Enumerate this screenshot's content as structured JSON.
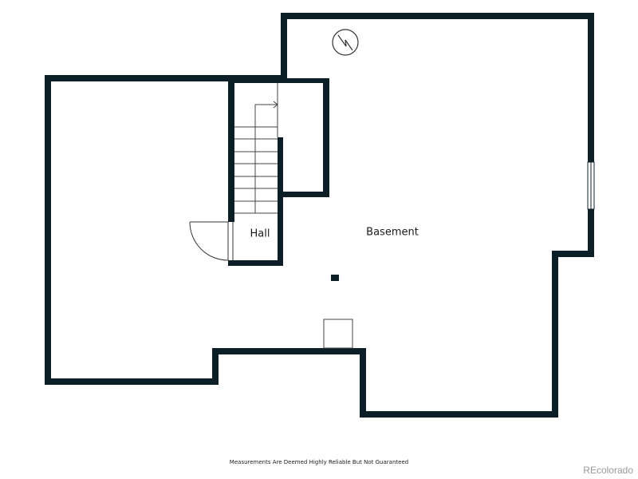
{
  "rooms": [
    {
      "name": "Hall"
    },
    {
      "name": "Basement"
    }
  ],
  "fixtures": [
    "water-heater-icon",
    "support-post",
    "stair-arrow",
    "door-swing",
    "window"
  ],
  "footer": {
    "disclaimer": "Measurements Are Deemed Highly Reliable But Not Guaranteed",
    "brand": "REcolorado"
  },
  "colors": {
    "wall": "#0d1f26",
    "background": "#ffffff"
  }
}
